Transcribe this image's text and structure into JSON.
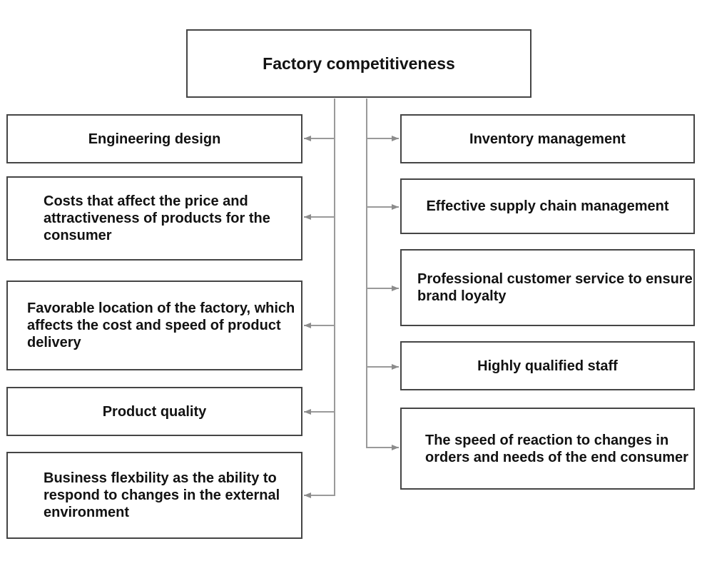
{
  "diagram_title": "Factory competitiveness",
  "root_box": {
    "label": "Factory competitiveness"
  },
  "left_boxes": [
    {
      "label": "Engineering design"
    },
    {
      "label": "Costs that affect the price and\nattractiveness of products for the\nconsumer"
    },
    {
      "label": "Favorable location of the factory, which\naffects the cost and speed of product\ndelivery"
    },
    {
      "label": "Product quality"
    },
    {
      "label": "Business flexbility as the ability to\nrespond to changes in the external\nenvironment"
    }
  ],
  "right_boxes": [
    {
      "label": "Inventory management"
    },
    {
      "label": "Effective supply chain management"
    },
    {
      "label": "Professional customer service to ensure\nbrand loyalty"
    },
    {
      "label": "Highly qualified staff"
    },
    {
      "label": "The speed of reaction to changes in\norders and needs of the end consumer"
    }
  ],
  "colors": {
    "connector": "#9a9a9a",
    "arrowhead": "#8c8c8c",
    "box_border": "#454545",
    "text": "#121212",
    "background": "#ffffff"
  }
}
